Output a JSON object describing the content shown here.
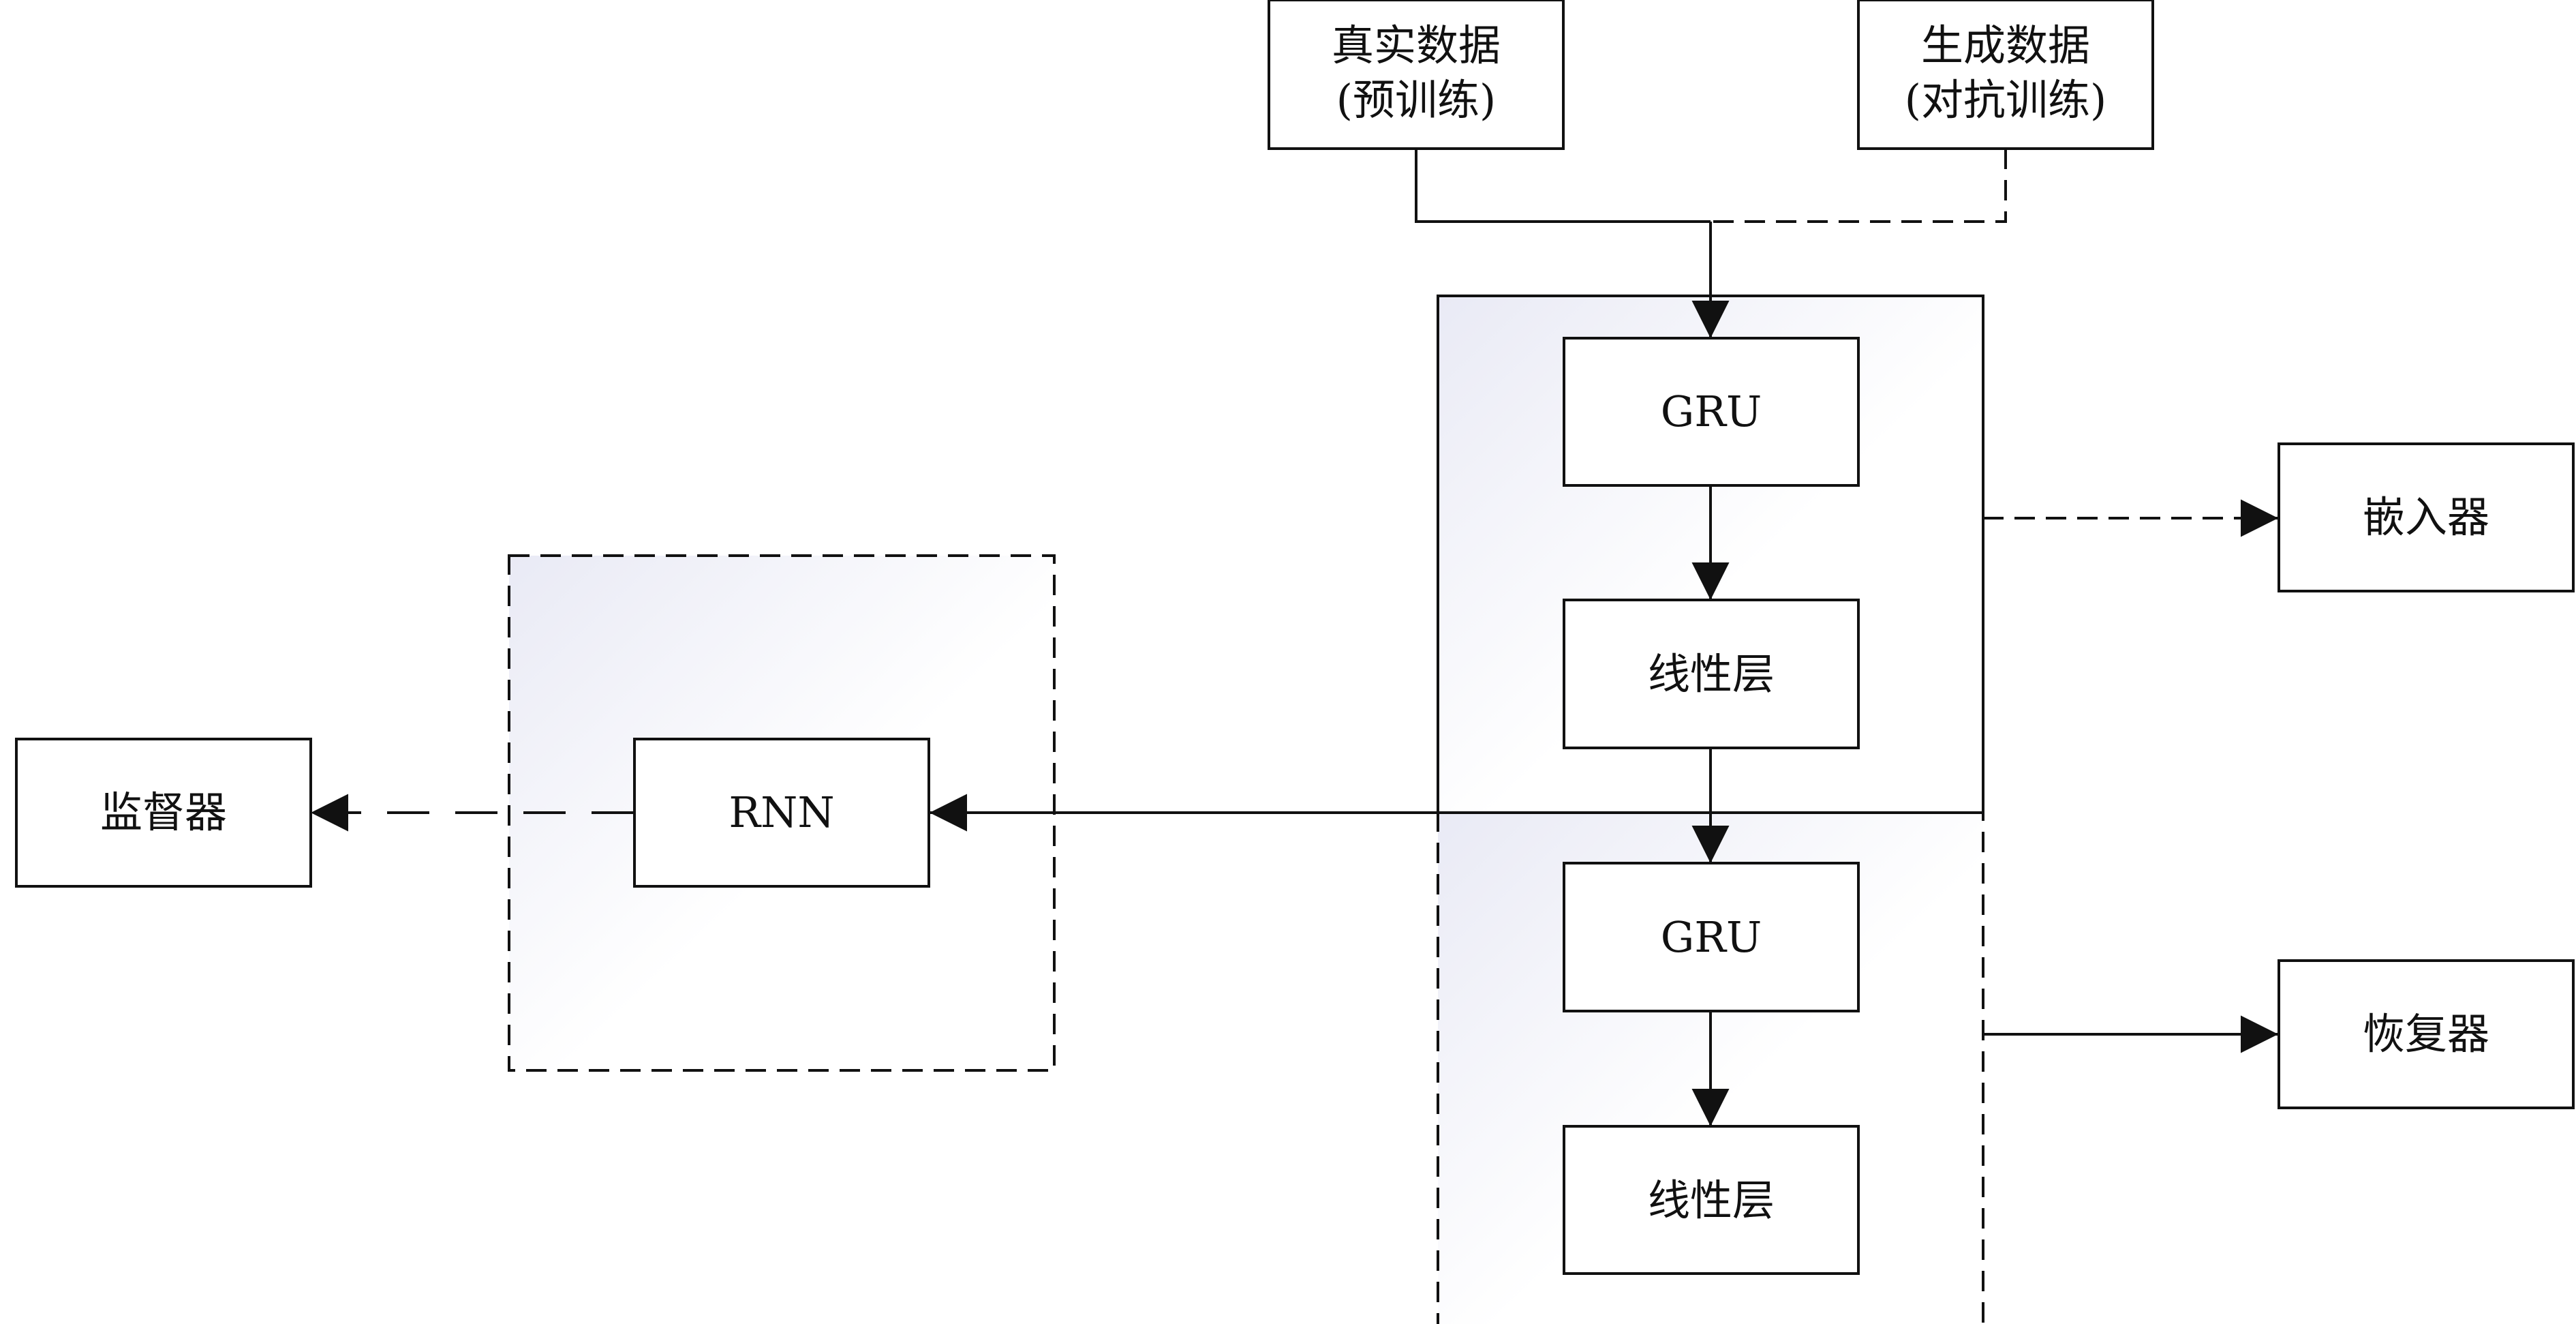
{
  "diagram": {
    "nodes": {
      "real_data": {
        "line1": "真实数据",
        "line2": "(预训练)"
      },
      "gen_data": {
        "line1": "生成数据",
        "line2": "(对抗训练)"
      },
      "gru_top": {
        "label": "GRU"
      },
      "linear_top": {
        "label": "线性层"
      },
      "gru_bottom": {
        "label": "GRU"
      },
      "linear_bottom": {
        "label": "线性层"
      },
      "rnn": {
        "label": "RNN"
      },
      "embedder": {
        "label": "嵌入器"
      },
      "recovery": {
        "label": "恢复器"
      },
      "supervisor": {
        "label": "监督器"
      }
    },
    "colors": {
      "stroke": "#111111",
      "group_fill_tint": "#e9eaf5",
      "background": "#ffffff"
    }
  }
}
